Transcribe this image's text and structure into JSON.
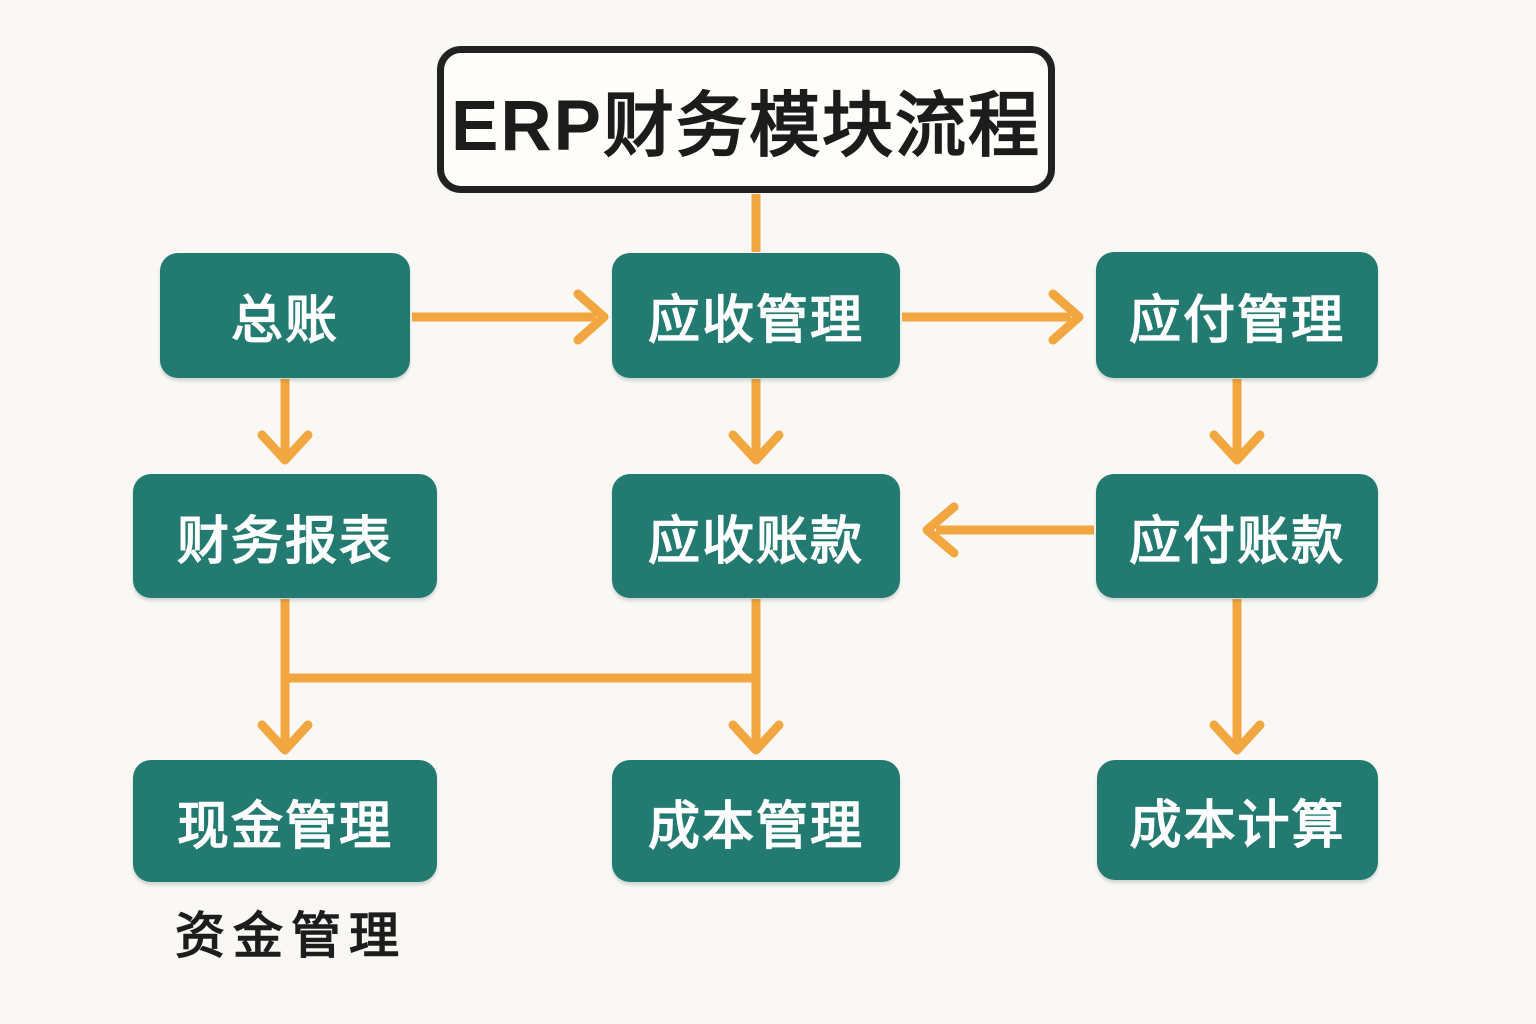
{
  "diagram": {
    "title": "ERP财务模块流程",
    "nodes": [
      {
        "id": "general-ledger",
        "label": "总账"
      },
      {
        "id": "receivables-mgmt",
        "label": "应收管理"
      },
      {
        "id": "payables-mgmt",
        "label": "应付管理"
      },
      {
        "id": "financial-statements",
        "label": "财务报表"
      },
      {
        "id": "accounts-receivable",
        "label": "应收账款"
      },
      {
        "id": "accounts-payable",
        "label": "应付账款"
      },
      {
        "id": "cash-management",
        "label": "现金管理"
      },
      {
        "id": "cost-management",
        "label": "成本管理"
      },
      {
        "id": "cost-calculation",
        "label": "成本计算"
      }
    ],
    "caption": "资金管理",
    "edges": [
      {
        "from": "ERP财务模块流程",
        "to": "应收管理",
        "arrowhead": false
      },
      {
        "from": "总账",
        "to": "应收管理",
        "arrowhead": true
      },
      {
        "from": "应收管理",
        "to": "应付管理",
        "arrowhead": true
      },
      {
        "from": "总账",
        "to": "财务报表",
        "arrowhead": true
      },
      {
        "from": "应收管理",
        "to": "应收账款",
        "arrowhead": true
      },
      {
        "from": "应付管理",
        "to": "应付账款",
        "arrowhead": true
      },
      {
        "from": "应付账款",
        "to": "应收账款",
        "arrowhead": true
      },
      {
        "from": "财务报表",
        "to": "现金管理",
        "arrowhead": true
      },
      {
        "from": "应收账款",
        "to": "成本管理",
        "arrowhead": true
      },
      {
        "from": "应付账款",
        "to": "成本计算",
        "arrowhead": true
      },
      {
        "type": "crossbar",
        "between": [
          "财务报表→现金管理",
          "应收账款→成本管理"
        ],
        "arrowhead": false
      }
    ],
    "colors": {
      "background": "#faf8f4",
      "node_fill": "#227a70",
      "node_text": "#ffffff",
      "arrow": "#f2a640",
      "title_text": "#1c1c1c",
      "title_border": "#212121",
      "title_fill": "#fffefb",
      "caption_text": "#1d1d1d"
    }
  }
}
